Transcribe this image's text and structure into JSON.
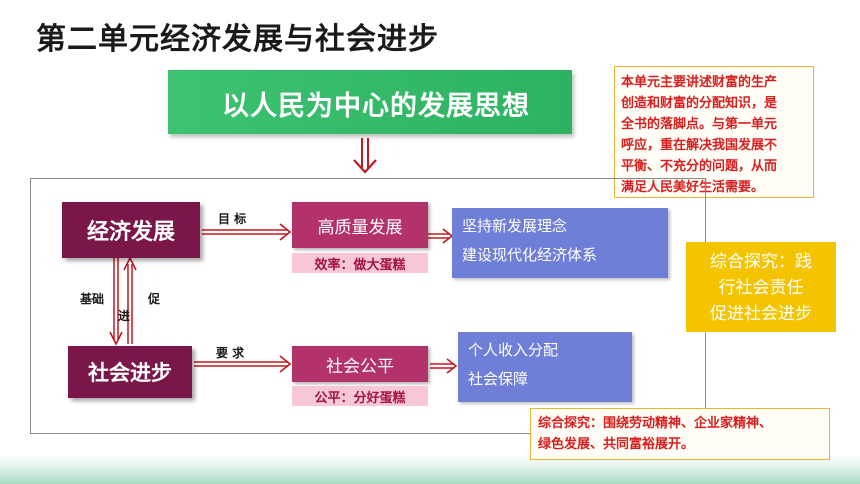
{
  "title": "第二单元经济发展与社会进步",
  "banner": "以人民为中心的发展思想",
  "top_note": [
    "本单元主要讲述财富的生产",
    "创造和财富的分配知识，是",
    "全书的落脚点。与第一单元",
    "呼应，重在解决我国发展不",
    "平衡、不充分的问题，从而",
    "满足人民美好生活需要。"
  ],
  "economy_box": "经济发展",
  "society_box": "社会进步",
  "label_goal": "目    标",
  "label_require": "要    求",
  "label_basis": "基础",
  "label_promote_1": "促",
  "label_promote_2": "进",
  "quality_box": "高质量发展",
  "quality_tag": "效率：做大蛋糕",
  "fairness_box": "社会公平",
  "fairness_tag": "公平：分好蛋糕",
  "blue_top": [
    "坚持新发展理念",
    "建设现代化经济体系"
  ],
  "blue_bottom": [
    "个人收入分配",
    "社会保障"
  ],
  "explore_box": [
    "综合探究：践",
    "行社会责任",
    "促进社会进步"
  ],
  "bottom_note": [
    "综合探究：围绕劳动精神、企业家精神、",
    "绿色发展、共同富裕展开。"
  ],
  "colors": {
    "banner_green": "#33b968",
    "dark_magenta": "#7a1748",
    "mid_magenta": "#b4326a",
    "tag_pink": "#f7c6d8",
    "blue": "#6f7fd8",
    "gold": "#f5c400",
    "note_red": "#d71f1f",
    "arrow_red": "#c0181e"
  }
}
